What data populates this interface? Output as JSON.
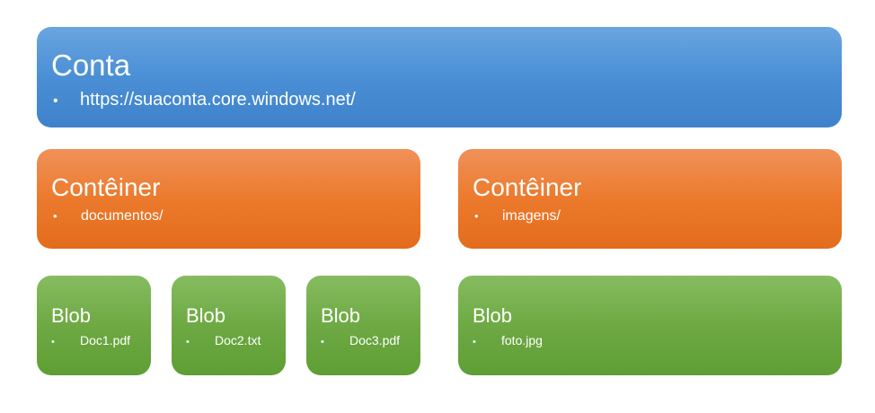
{
  "account": {
    "title": "Conta",
    "bullet": "•",
    "item": "https://suaconta.core.windows.net/",
    "color": "#4a8fd6"
  },
  "containers": [
    {
      "title": "Contêiner",
      "bullet": "•",
      "item": "documentos/",
      "color": "#ec7a2c"
    },
    {
      "title": "Contêiner",
      "bullet": "•",
      "item": "imagens/",
      "color": "#ec7a2c"
    }
  ],
  "blobs": [
    {
      "title": "Blob",
      "bullet": "•",
      "item": "Doc1.pdf",
      "color": "#6ea943"
    },
    {
      "title": "Blob",
      "bullet": "•",
      "item": "Doc2.txt",
      "color": "#6ea943"
    },
    {
      "title": "Blob",
      "bullet": "•",
      "item": "Doc3.pdf",
      "color": "#6ea943"
    },
    {
      "title": "Blob",
      "bullet": "•",
      "item": "foto.jpg",
      "color": "#6ea943"
    }
  ]
}
